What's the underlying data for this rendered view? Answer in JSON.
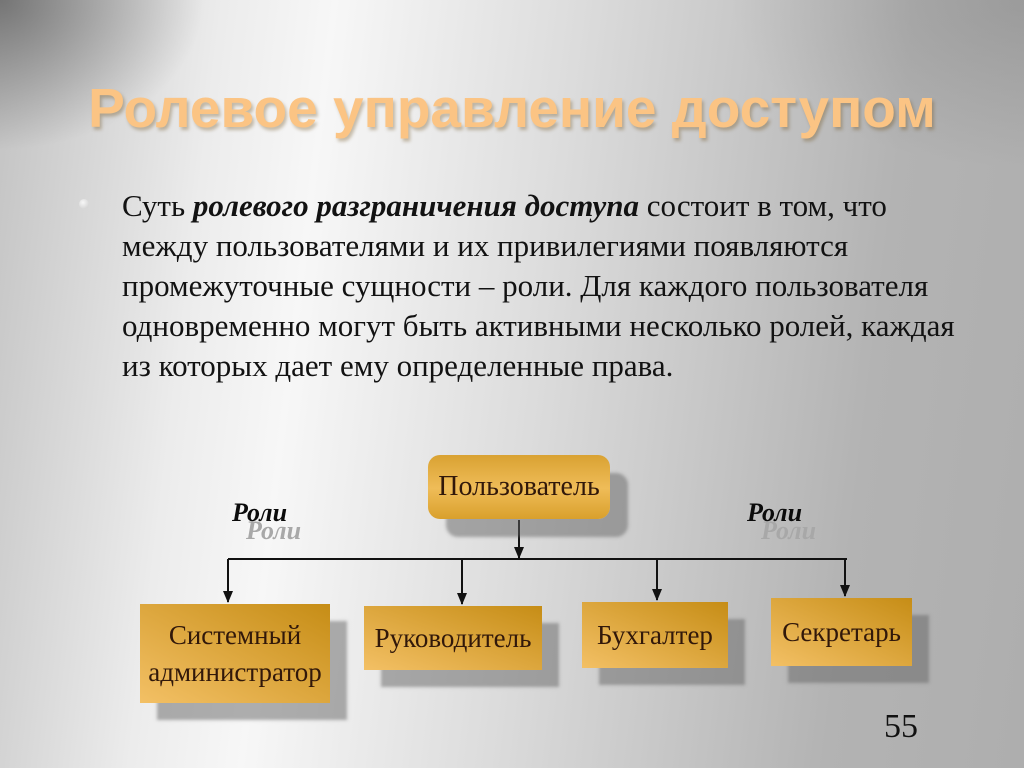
{
  "slide": {
    "title": "Ролевое управление доступом",
    "page_number": "55",
    "bullet": {
      "lead": "Суть ",
      "emphasis": "ролевого разграничения доступа",
      "rest": " состоит в том, что между пользователями и их привилегиями появляются промежуточные сущности – роли. Для каждого пользователя одновременно могут быть активными несколько ролей, каждая из которых дает ему определенные права."
    },
    "diagram": {
      "root": {
        "label": "Пользователь"
      },
      "roles_label_left": "Роли",
      "roles_label_right": "Роли",
      "roles": [
        {
          "label": "Системный администратор"
        },
        {
          "label": "Руководитель"
        },
        {
          "label": "Бухгалтер"
        },
        {
          "label": "Секретарь"
        }
      ]
    },
    "colors": {
      "title_text": "#fbc484",
      "box_gradient_light": "#f3c065",
      "box_gradient_dark": "#c68d16",
      "box_text": "#31180a",
      "shadow_gray": "#9c9c9c",
      "connector_line": "#111111",
      "roles_label_shadow": "#a8a8a8",
      "body_text": "#121212"
    }
  }
}
